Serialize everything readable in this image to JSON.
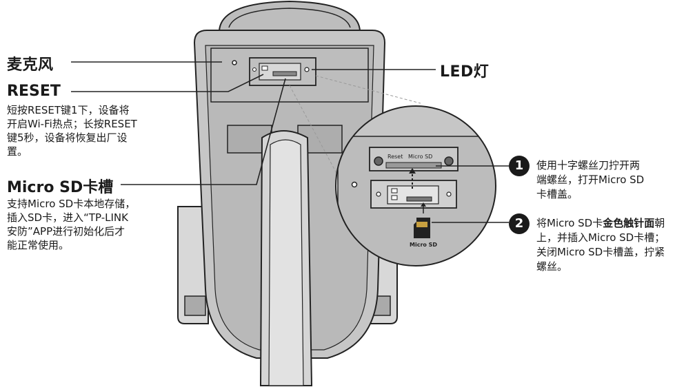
{
  "labels": {
    "mic": "麦克风",
    "reset_title": "RESET",
    "reset_desc": [
      "短按RESET键1下，设备将",
      "开启Wi-Fi热点；长按RESET",
      "键5秒，设备将恢复出厂设",
      "置。"
    ],
    "sd_title": "Micro SD卡槽",
    "sd_desc": [
      "支持Micro  SD卡本地存储，",
      "插入SD卡，进入“TP-LINK",
      "安防”APP进行初始化后才",
      "能正常使用。"
    ],
    "led": "LED灯"
  },
  "zoom": {
    "slot_label_reset": "Reset",
    "slot_label_sd": "Micro SD",
    "card_label": "Micro SD"
  },
  "steps": [
    {
      "number": "1",
      "lines": [
        "使用十字螺丝刀拧开两",
        "端螺丝，打开Micro SD",
        "卡槽盖。"
      ]
    },
    {
      "number": "2",
      "line1_pre": "将Micro SD卡",
      "line1_bold": "金色触针面",
      "line1_post": "朝",
      "lines_rest": [
        "上，并插入Micro SD卡槽；",
        "关闭Micro SD卡槽盖，拧紧",
        "螺丝。"
      ]
    }
  ],
  "colors": {
    "body_fill": "#c9c9c9",
    "body_dark": "#8f8f8f",
    "stroke": "#222222",
    "accent_text": "#1a1a1a"
  }
}
